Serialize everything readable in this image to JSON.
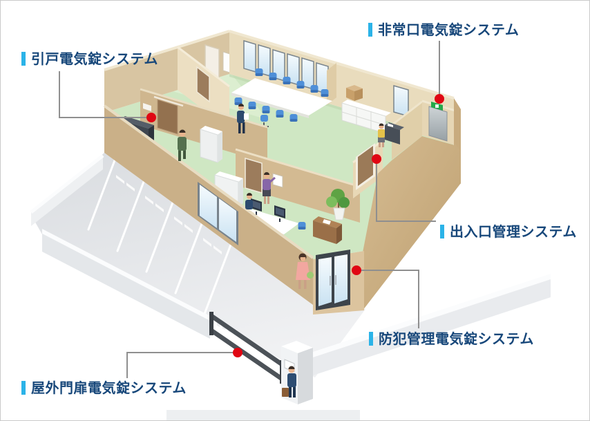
{
  "diagram": {
    "labels": [
      {
        "id": "sliding-door-system",
        "text": "引戸電気錠システム"
      },
      {
        "id": "emergency-exit-system",
        "text": "非常口電気錠システム"
      },
      {
        "id": "entrance-management-system",
        "text": "出入口管理システム"
      },
      {
        "id": "security-management-system",
        "text": "防犯管理電気錠システム"
      },
      {
        "id": "outdoor-gate-system",
        "text": "屋外門扉電気錠システム"
      }
    ],
    "colors": {
      "accent_bar": "#2bb3e8",
      "label_text": "#17477a",
      "marker_dot": "#e00613",
      "leader_line": "#8f8f8f",
      "wall_tan": "#e9dcbd",
      "floor_green": "#cfe7c3",
      "pavement_gray": "#e3e5e9"
    }
  }
}
